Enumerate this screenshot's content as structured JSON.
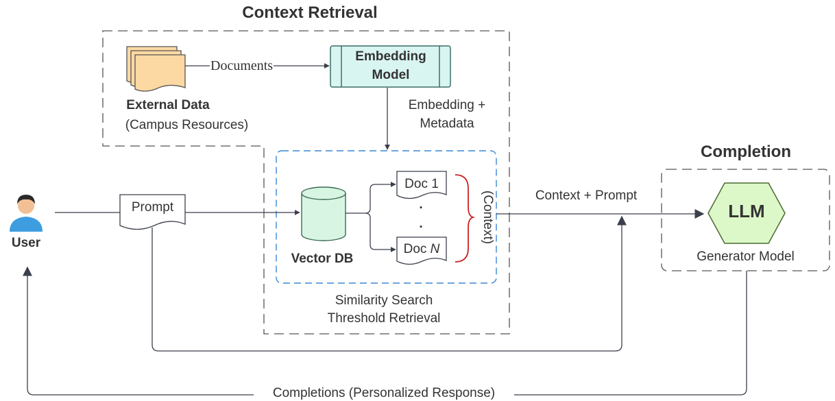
{
  "titles": {
    "context_retrieval": "Context Retrieval",
    "completion": "Completion"
  },
  "nodes": {
    "external_data": {
      "title": "External Data",
      "subtitle": "(Campus Resources)"
    },
    "embedding_model": {
      "line1": "Embedding",
      "line2": "Model"
    },
    "vector_db": {
      "label": "Vector DB"
    },
    "prompt": {
      "label": "Prompt"
    },
    "doc_1": {
      "label": "Doc 1"
    },
    "doc_n": {
      "prefix": "Doc ",
      "var": "N"
    },
    "ellipsis_dot": ".",
    "context_bracket": "(Context)",
    "llm": {
      "label": "LLM",
      "caption": "Generator Model"
    },
    "user": {
      "label": "User"
    }
  },
  "edges": {
    "documents": "Documents",
    "embedding_metadata": {
      "line1": "Embedding +",
      "line2": "Metadata"
    },
    "context_prompt": "Context + Prompt",
    "similarity_search": {
      "line1": "Similarity Search",
      "line2": "Threshold Retrieval"
    },
    "completions": "Completions (Personalized Response)"
  },
  "colors": {
    "line": "#3a3f4b",
    "dashed_box": "#555555",
    "blue_dash": "#3a86d4",
    "doc_fill": "#fcd9a3",
    "doc_stroke": "#555555",
    "embed_fill": "#d9f5f1",
    "embed_stroke": "#3a6f68",
    "db_fill": "#d8f5e3",
    "db_stroke": "#3a6a52",
    "llm_fill": "#dcf7c8",
    "llm_stroke": "#4a6a30",
    "bracket": "#cc2222",
    "user_skin": "#f3bf94",
    "user_hair": "#2a2a2a",
    "user_body": "#3d9de0"
  }
}
